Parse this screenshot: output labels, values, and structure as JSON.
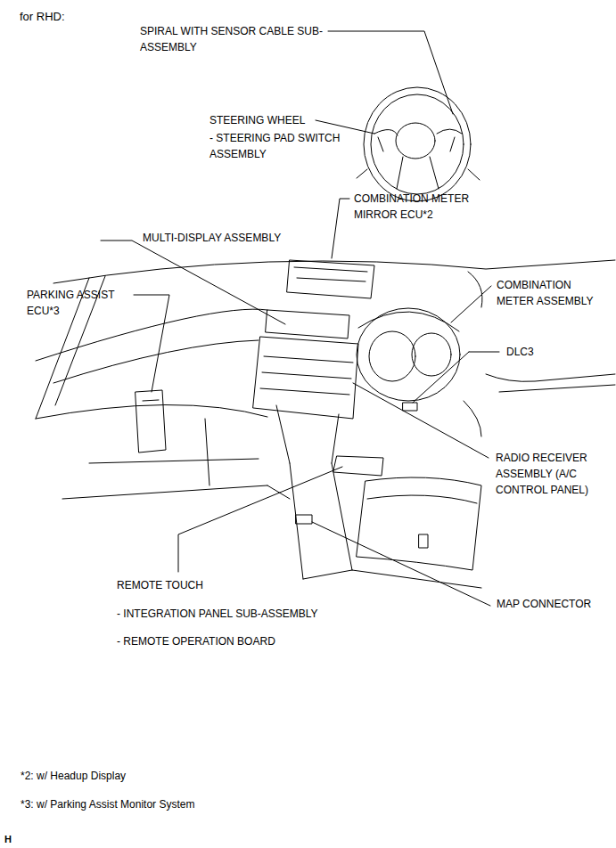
{
  "diagram": {
    "title": "for RHD:",
    "labels": [
      "SPIRAL WITH SENSOR CABLE SUB-ASSEMBLY",
      "STEERING WHEEL",
      "- STEERING PAD SWITCH ASSEMBLY",
      "COMBINATION METER MIRROR ECU*2",
      "MULTI-DISPLAY ASSEMBLY",
      "COMBINATION METER ASSEMBLY",
      "PARKING ASSIST ECU*3",
      "DLC3",
      "RADIO RECEIVER ASSEMBLY (A/C CONTROL PANEL)",
      "REMOTE TOUCH",
      "- INTEGRATION PANEL SUB-ASSEMBLY",
      "- REMOTE OPERATION BOARD",
      "MAP CONNECTOR",
      "*2: w/ Headup Display",
      "*3: w/ Parking Assist Monitor System",
      "H"
    ]
  }
}
